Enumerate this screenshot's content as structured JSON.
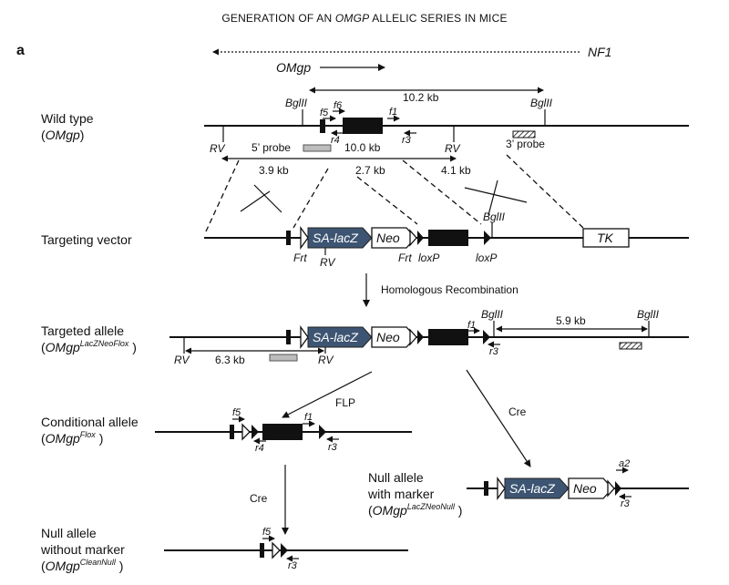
{
  "header": {
    "prefix": "GENERATION OF AN ",
    "gene": "OMGP",
    "suffix": " ALLELIC SERIES IN MICE"
  },
  "panel_label": "a",
  "top": {
    "nf1": "NF1",
    "omgp": "OMgp"
  },
  "wild_type": {
    "label": "Wild type",
    "sub_open": "(",
    "sub": "OMgp",
    "sub_close": ")",
    "bglii_left": "BglII",
    "bglii_right": "BglII",
    "dist_top": "10.2 kb",
    "f5": "f5",
    "f6": "f6",
    "f1": "f1",
    "r4": "r4",
    "r3": "r3",
    "rv_left": "RV",
    "rv_right": "RV",
    "probe5": "5’ probe",
    "probe3": "3’ probe",
    "dist_mid": "10.0 kb",
    "seg1": "3.9  kb",
    "seg2": "2.7 kb",
    "seg3": "4.1 kb"
  },
  "targeting_vector": {
    "label": "Targeting vector",
    "lacz": "SA-lacZ",
    "neo": "Neo",
    "tk": "TK",
    "frt1": "Frt",
    "rv": "RV",
    "frt2": "Frt",
    "loxp1": "loxP",
    "loxp2": "loxP",
    "bglii": "BglII"
  },
  "step1": "Homologous Recombination",
  "targeted_allele": {
    "label": "Targeted allele",
    "sub_open": "(",
    "sub": "OMgp",
    "sup": "LacZNeoFlox",
    "sub_close": " )",
    "lacz": "SA-lacZ",
    "neo": "Neo",
    "f1": "f1",
    "r3": "r3",
    "bglii_left": "BglII",
    "bglii_right": "BglII",
    "dist": "5.9 kb",
    "rv_left": "RV",
    "rv_right": "RV",
    "dist_rv": "6.3 kb"
  },
  "flp": "FLP",
  "cre1": "Cre",
  "cre2": "Cre",
  "conditional_allele": {
    "label": "Conditional allele",
    "sub_open": "(",
    "sub": "OMgp",
    "sup": "Flox",
    "sub_close": " )",
    "f5": "f5",
    "f1": "f1",
    "r4": "r4",
    "r3": "r3"
  },
  "null_marker": {
    "label1": "Null allele",
    "label2": "with marker",
    "sub_open": "(",
    "sub": "OMgp",
    "sup": "LacZNeoNull",
    "sub_close": " )",
    "lacz": "SA-lacZ",
    "neo": "Neo",
    "a2": "a2",
    "r3": "r3"
  },
  "null_clean": {
    "label1": "Null allele",
    "label2": "without marker",
    "sub_open": "(",
    "sub": "OMgp",
    "sup": "CleanNull",
    "sub_close": " )",
    "f5": "f5",
    "r3": "r3"
  }
}
